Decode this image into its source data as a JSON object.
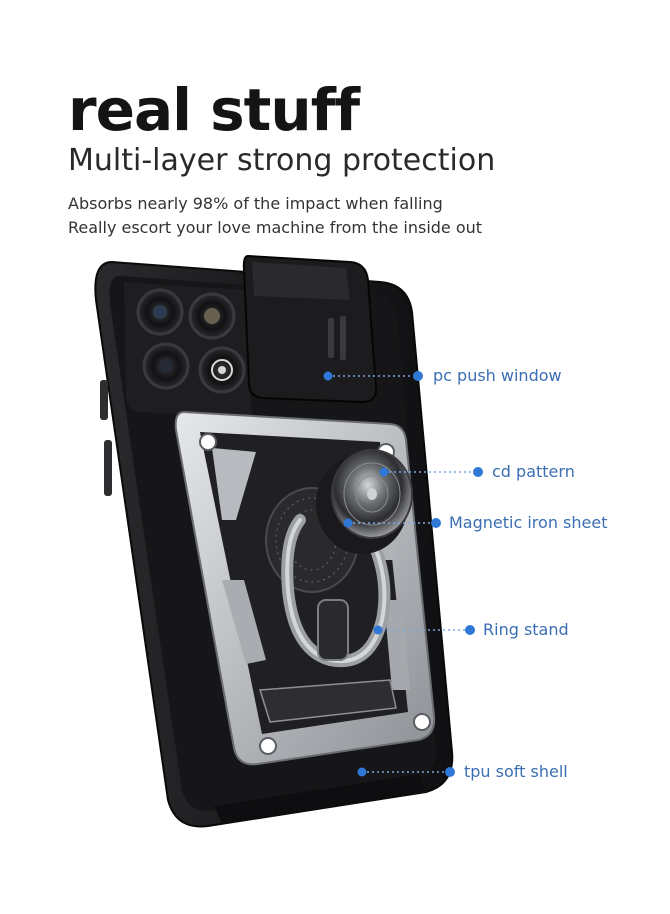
{
  "headline": "real stuff",
  "subtitle": "Multi-layer strong protection",
  "description": [
    "Absorbs nearly 98% of the impact when falling",
    "Really escort your love machine from the inside out"
  ],
  "callouts": [
    {
      "label": "pc push window"
    },
    {
      "label": "cd pattern"
    },
    {
      "label": "Magnetic iron sheet"
    },
    {
      "label": "Ring stand"
    },
    {
      "label": "tpu soft shell"
    }
  ],
  "colors": {
    "callout": "#3a6fb3",
    "dot": "#2f78d8",
    "case": "#1b1b1d",
    "armor": "#c9cbce"
  }
}
